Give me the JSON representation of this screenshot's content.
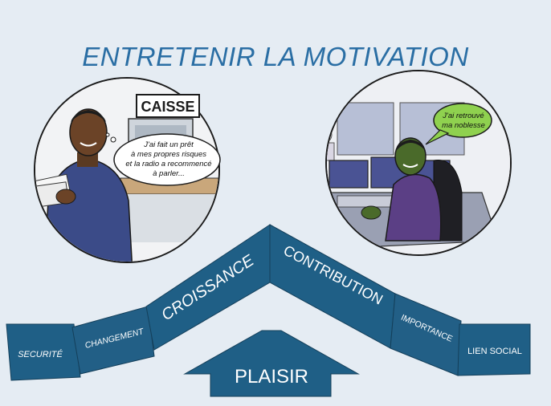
{
  "title": "ENTRETENIR LA MOTIVATION",
  "left_scene": {
    "sign": "CAISSE",
    "speech": [
      "J'ai fait un prêt",
      "à mes propres risques",
      "et la radio a recommencé",
      "à parler..."
    ]
  },
  "right_scene": {
    "speech": [
      "J'ai retrouvé",
      "ma noblesse"
    ]
  },
  "steps": {
    "securite": "SECURITÉ",
    "changement": "CHANGEMENT",
    "croissance": "CROISSANCE",
    "contribution": "CONTRIBUTION",
    "importance": "IMPORTANCE",
    "lien_social": "LIEN SOCIAL",
    "plaisir": "PLAISIR"
  },
  "colors": {
    "band": "#1f5f86",
    "band_dark": "#174b6b",
    "title": "#2a6ea4",
    "background": "#e5ecf3"
  }
}
